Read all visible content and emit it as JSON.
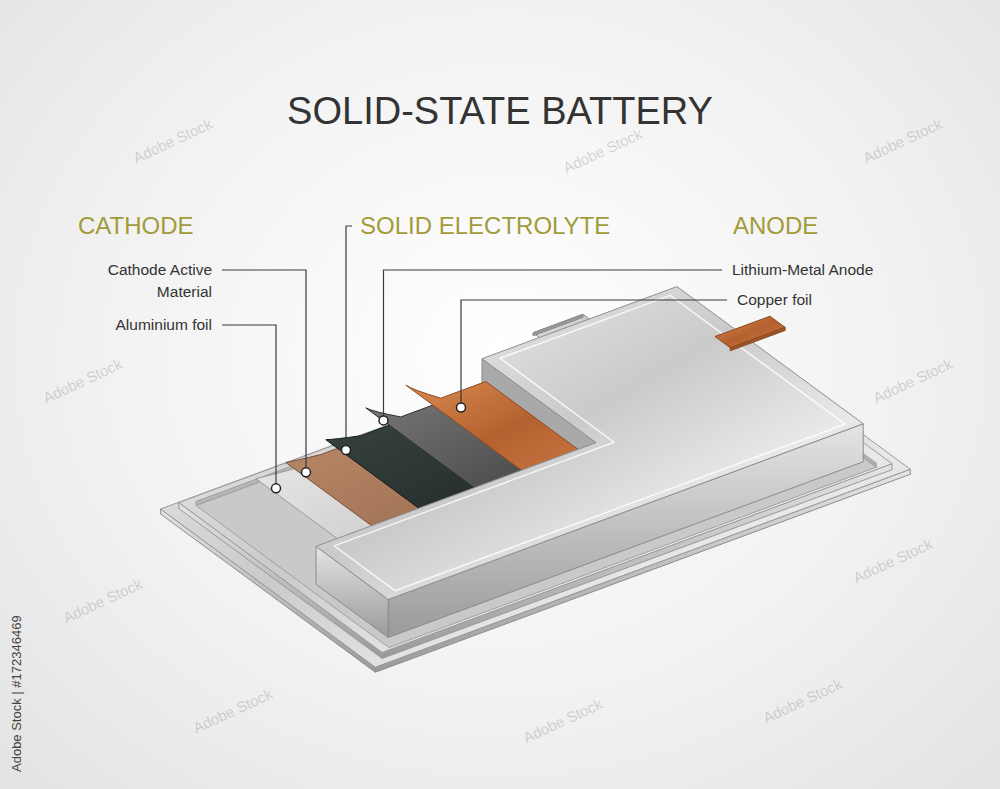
{
  "diagram": {
    "title": "SOLID-STATE BATTERY",
    "labels": [
      "CATHODE",
      "SOLID ELECTROLYTE",
      "ANODE",
      "Cathode Active Material",
      "Aluminium foil",
      "Lithium-Metal Anode",
      "Copper foil",
      "Adobe Stock | #172346469",
      "Adobe Stock",
      "Adobe Stock",
      "Adobe Stock",
      "Adobe Stock",
      "Adobe Stock",
      "Adobe Stock",
      "Adobe Stock",
      "Adobe Stock",
      "Adobe Stock",
      "Adobe Stock"
    ]
  }
}
